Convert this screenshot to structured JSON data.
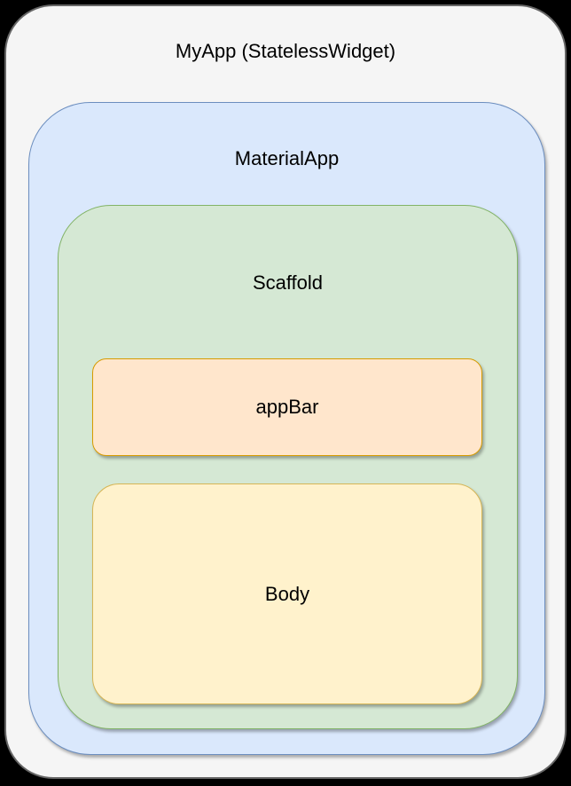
{
  "diagram": {
    "type": "nested-containers",
    "description": "Flutter widget tree diagram",
    "background_color": "#000000",
    "nodes": {
      "myapp": {
        "label": "MyApp (StatelessWidget)",
        "fill": "#f5f5f5",
        "stroke": "#666666"
      },
      "materialapp": {
        "label": "MaterialApp",
        "fill": "#dae8fc",
        "stroke": "#6c8ebf",
        "parent": "myapp"
      },
      "scaffold": {
        "label": "Scaffold",
        "fill": "#d5e8d4",
        "stroke": "#82b366",
        "parent": "materialapp"
      },
      "appbar": {
        "label": "appBar",
        "fill": "#ffe6cc",
        "stroke": "#d79b00",
        "parent": "scaffold"
      },
      "body": {
        "label": "Body",
        "fill": "#fff2cc",
        "stroke": "#d6b656",
        "parent": "scaffold"
      }
    }
  }
}
